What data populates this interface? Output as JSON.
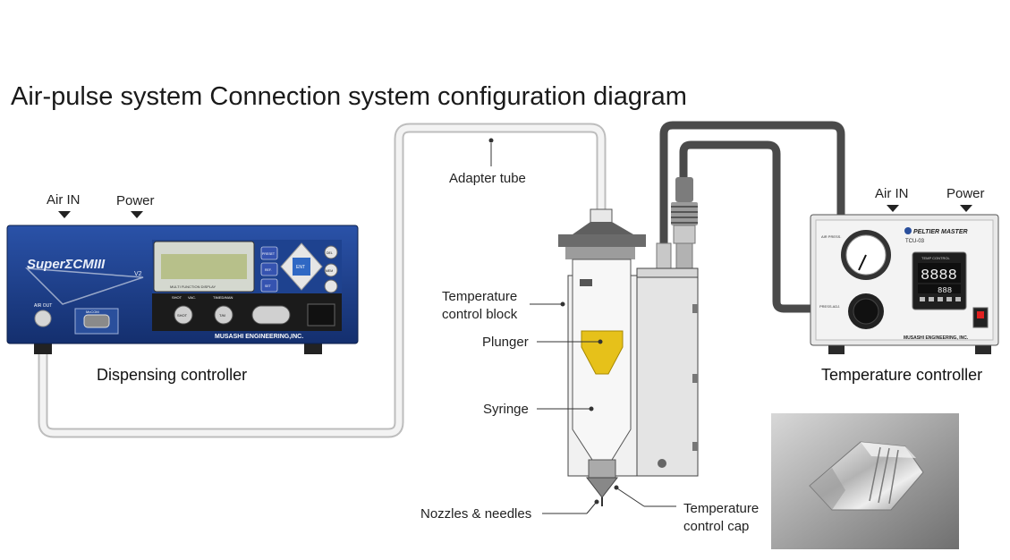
{
  "title": "Air-pulse system Connection system configuration diagram",
  "labels": {
    "adapter_tube": "Adapter tube",
    "temp_block_1": "Temperature",
    "temp_block_2": "control block",
    "plunger": "Plunger",
    "syringe": "Syringe",
    "nozzles": "Nozzles & needles",
    "temp_cap_1": "Temperature",
    "temp_cap_2": "control cap",
    "left_air_in": "Air IN",
    "left_power": "Power",
    "right_air_in": "Air IN",
    "right_power": "Power",
    "dispensing_controller": "Dispensing controller",
    "temperature_controller": "Temperature controller"
  },
  "dispenser": {
    "brand": "SuperΣCMIII",
    "version": "V2",
    "maker": "MUSASHI ENGINEERING,INC.",
    "air_out": "AIR OUT",
    "display_caption": "MULTI FUNCTION DISPLAY",
    "shot_label": "SHOT",
    "vac_label": "VAC.",
    "timed_label": "TIMED/MAN",
    "btn_shot": "SHOT",
    "btn_tm": "T/M",
    "btn_ent": "ENT",
    "btn_preset": "PRESET",
    "btn_ref": "REF.",
    "btn_set": "SET",
    "btn_del": "DEL",
    "btn_mem": "MEM",
    "connector": "McCOM"
  },
  "temp_controller": {
    "brand": "PELTIER MASTER",
    "model": "TCU-03",
    "air_press": "AIR PRESS.",
    "press_adj": "PRESS.ADJ.",
    "maker": "MUSASHI ENGINEERING, INC.",
    "display_value": "8888",
    "display_sub": "888",
    "temp_caption": "TEMP CONTROL"
  },
  "colors": {
    "dispenser_body": "#1b3d8a",
    "tube_light": "#dcdcdc",
    "tube_dark": "#555555",
    "plunger": "#e6c11a",
    "controller_body": "#e9e9e9"
  }
}
